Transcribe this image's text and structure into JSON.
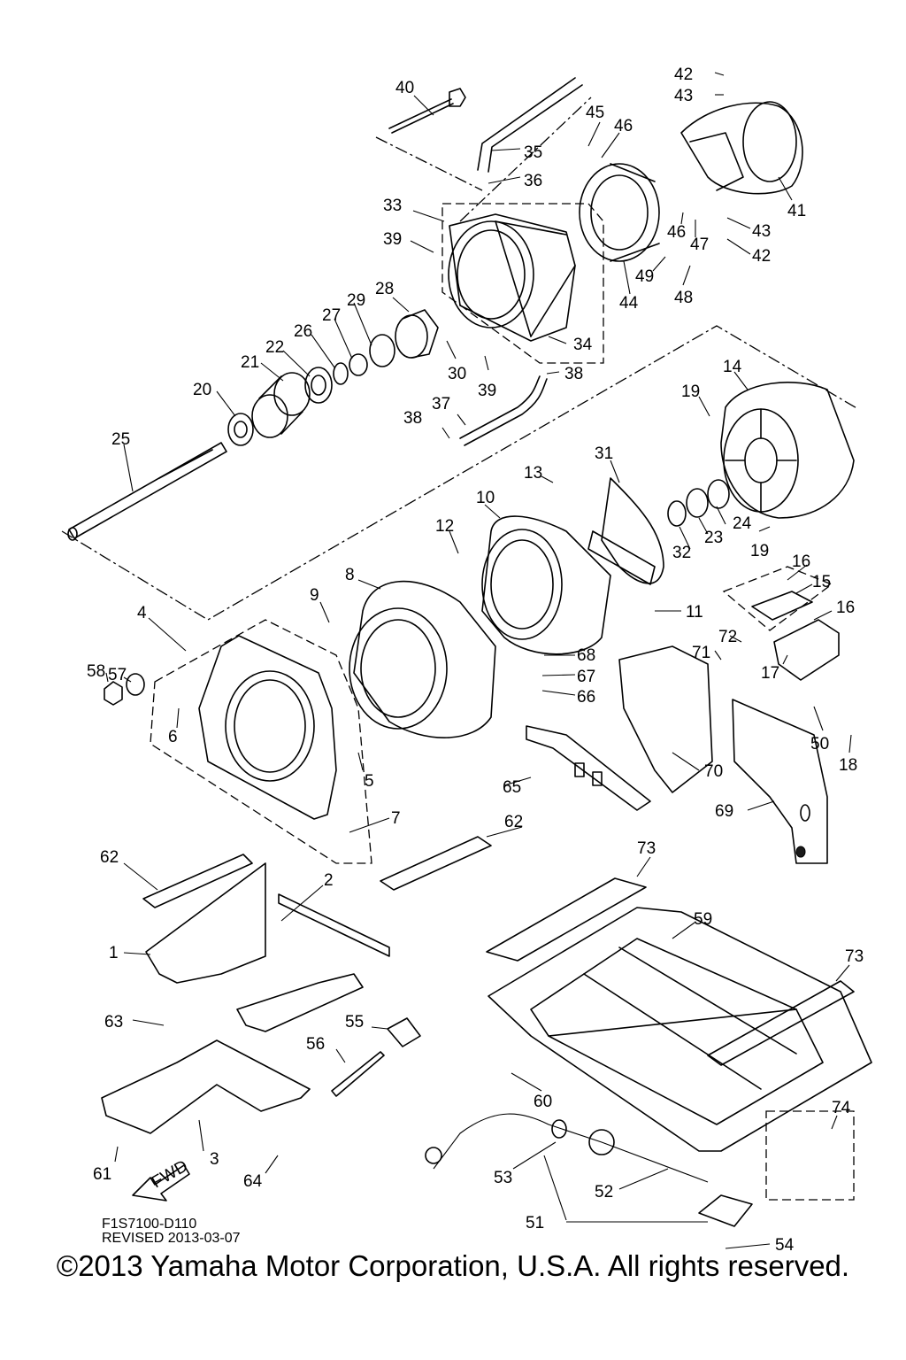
{
  "callouts": [
    "1",
    "2",
    "3",
    "4",
    "5",
    "6",
    "7",
    "8",
    "9",
    "10",
    "11",
    "12",
    "13",
    "14",
    "15",
    "16",
    "17",
    "18",
    "19",
    "20",
    "21",
    "22",
    "23",
    "24",
    "25",
    "26",
    "27",
    "28",
    "29",
    "30",
    "31",
    "32",
    "33",
    "34",
    "35",
    "36",
    "37",
    "38",
    "39",
    "40",
    "41",
    "42",
    "43",
    "44",
    "45",
    "46",
    "47",
    "48",
    "49",
    "50",
    "51",
    "52",
    "53",
    "54",
    "55",
    "56",
    "57",
    "58",
    "59",
    "60",
    "61",
    "62",
    "63",
    "64",
    "65",
    "66",
    "67",
    "68",
    "69",
    "70",
    "71",
    "72",
    "73",
    "74"
  ],
  "fwd_label": "FWD",
  "footer": {
    "code": "F1S7100-D110",
    "revised": "REVISED 2013-03-07",
    "copyright": "©2013 Yamaha Motor Corporation, U.S.A. All rights reserved."
  }
}
